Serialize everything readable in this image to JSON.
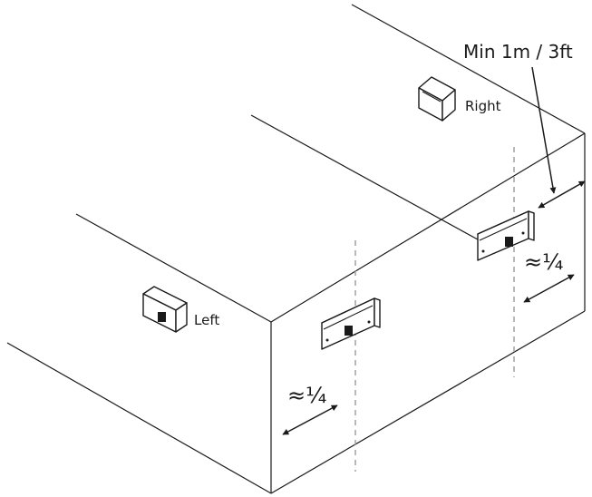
{
  "labels": {
    "min_clearance": "Min 1m / 3ft",
    "right": "Right",
    "left": "Left",
    "quarter_front": "≈¼",
    "quarter_side": "≈¼"
  },
  "colors": {
    "line": "#1a1a1a",
    "guide": "#9a9a9a",
    "background": "#ffffff"
  }
}
